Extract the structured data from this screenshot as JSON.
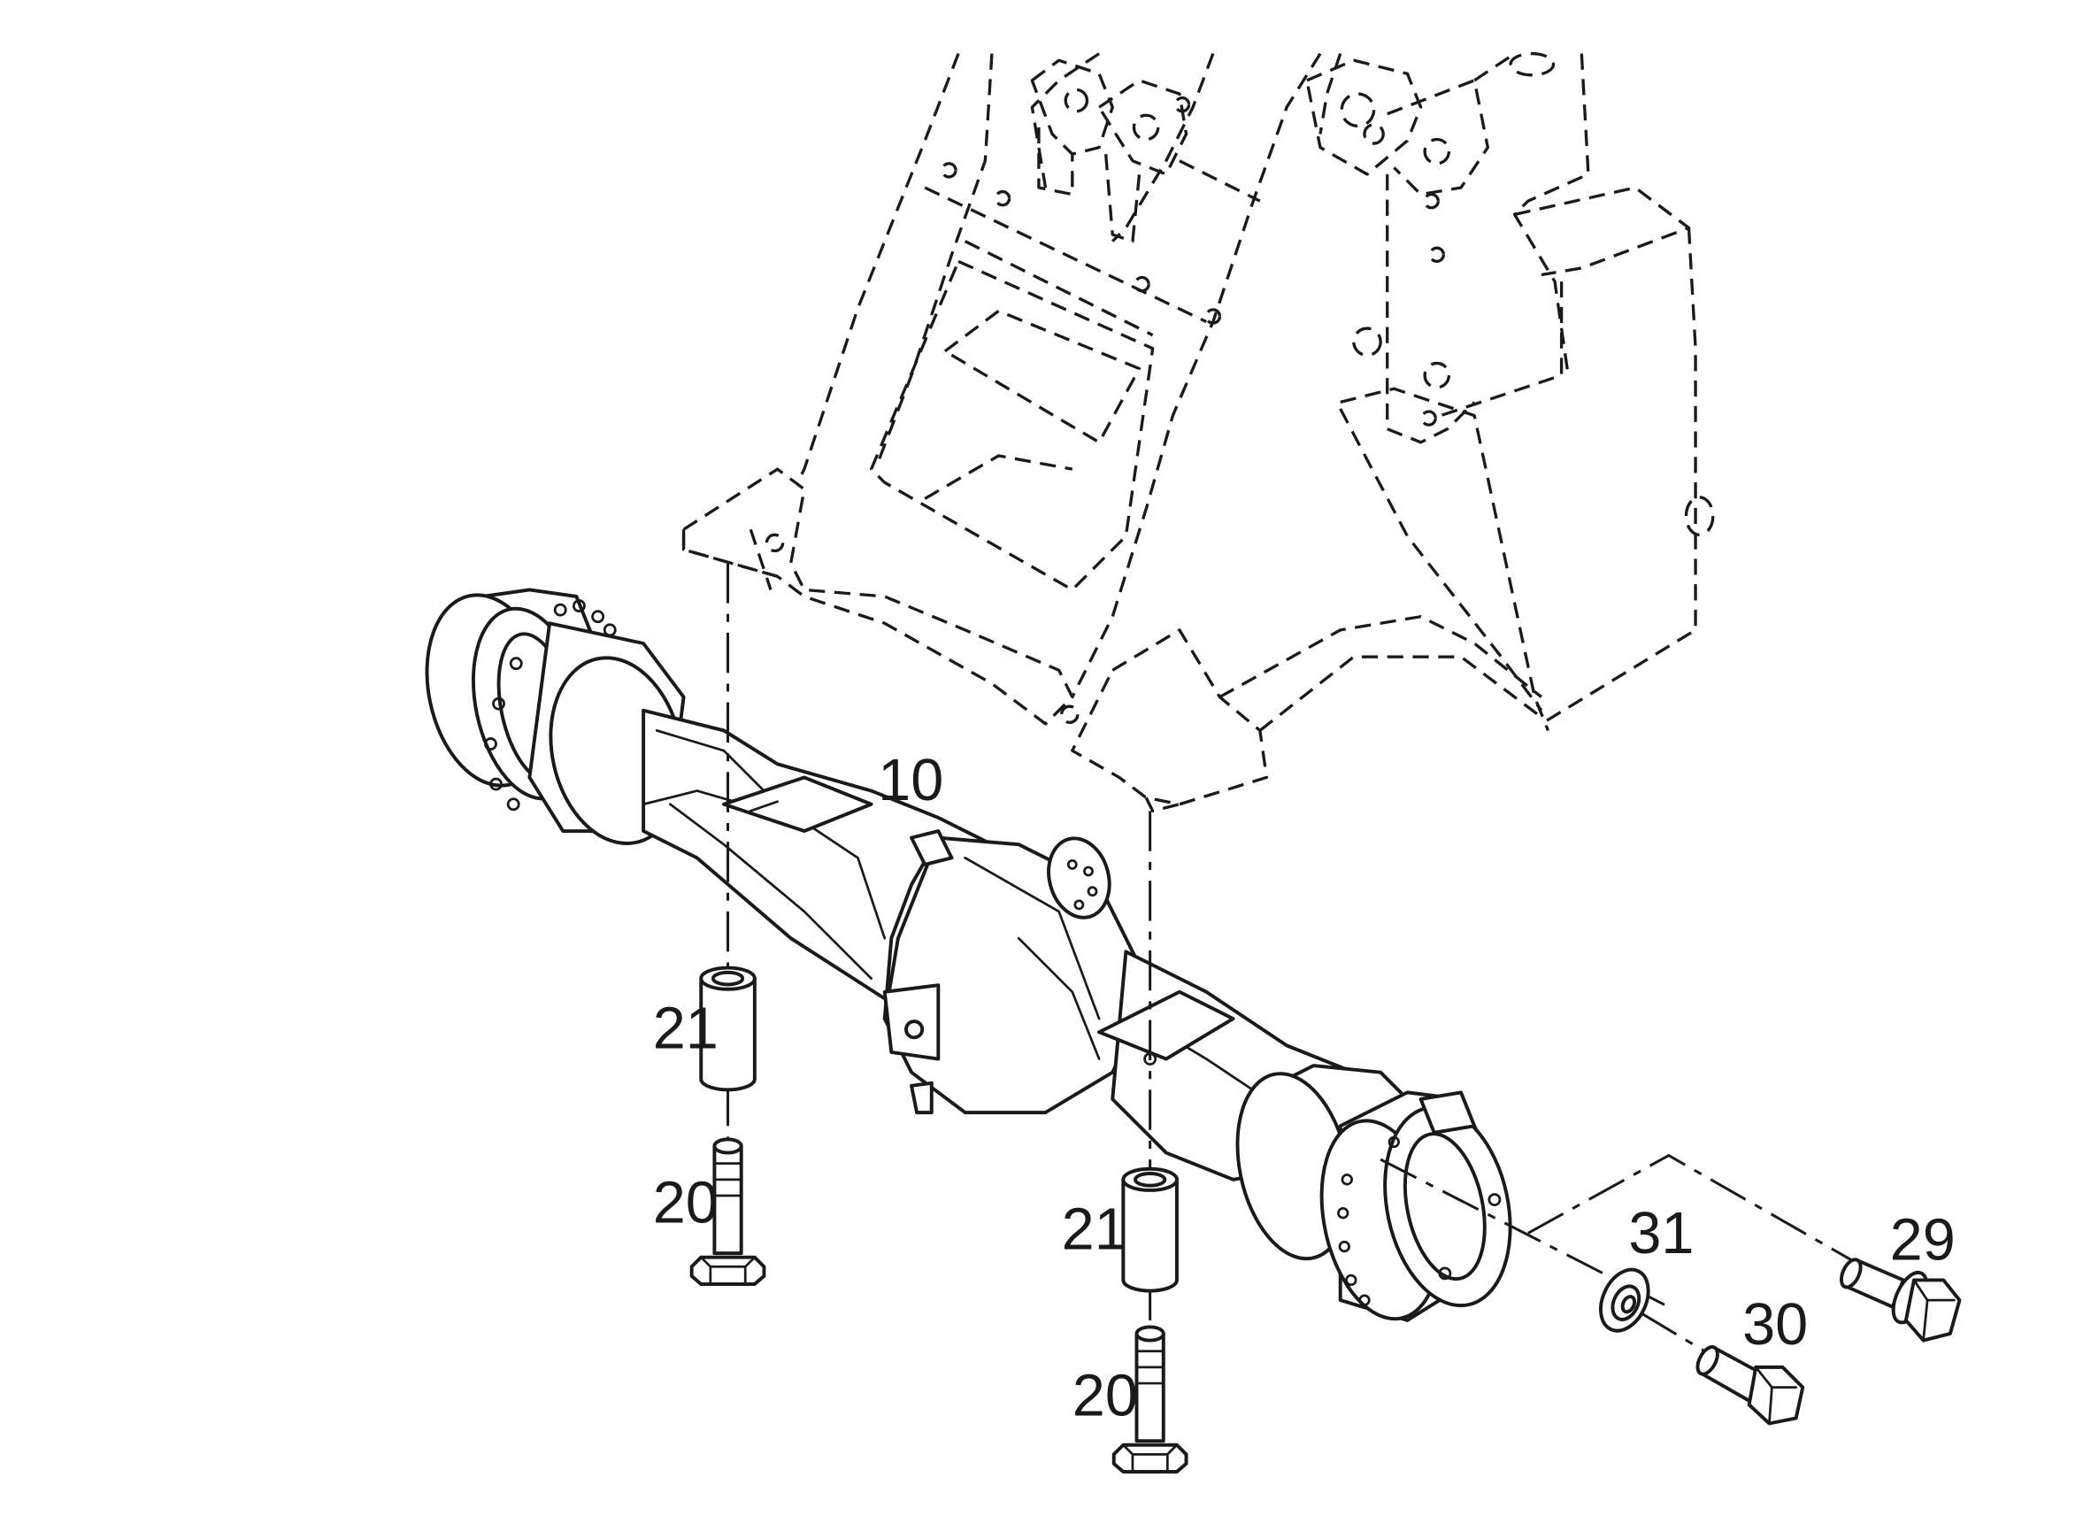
{
  "callouts": [
    {
      "id": "axle",
      "text": "10"
    },
    {
      "id": "bushing-left",
      "text": "21"
    },
    {
      "id": "bolt-left",
      "text": "20"
    },
    {
      "id": "bushing-right",
      "text": "21"
    },
    {
      "id": "bolt-right",
      "text": "20"
    },
    {
      "id": "washer",
      "text": "31"
    },
    {
      "id": "screw-30",
      "text": "30"
    },
    {
      "id": "screw-29",
      "text": "29"
    }
  ]
}
